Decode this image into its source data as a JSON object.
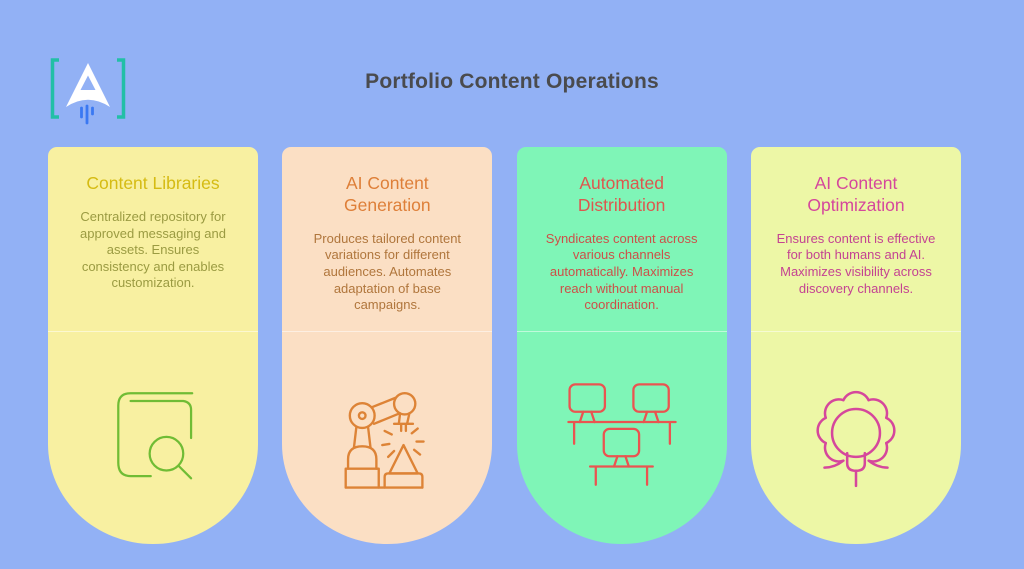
{
  "canvas": {
    "background_color": "#92B1F5"
  },
  "header": {
    "title": "Portfolio Content Operations",
    "title_color": "#4A4B4E",
    "logo": {
      "bracket_color": "#22BFA6",
      "glyph_color": "#FFFFFF",
      "thrust_color": "#3A78F2"
    }
  },
  "cards": [
    {
      "title": "Content Libraries",
      "description": "Centralized repository for approved messaging and assets. Ensures consistency and enables customization.",
      "icon": "book-magnifier-icon",
      "colors": {
        "bg": "#F8F0A1",
        "title": "#D5BB13",
        "body": "#9B9B42",
        "icon": "#70BC35"
      }
    },
    {
      "title": "AI Content Generation",
      "description": "Produces tailored content variations for different audiences. Automates adaptation of base campaigns.",
      "icon": "robot-arm-icon",
      "colors": {
        "bg": "#FBDFC4",
        "title": "#DE7F38",
        "body": "#B0763C",
        "icon": "#DD8336"
      }
    },
    {
      "title": "Automated Distribution",
      "description": "Syndicates content across various channels automatically. Maximizes reach without manual coordination.",
      "icon": "network-monitors-icon",
      "colors": {
        "bg": "#7FF5B7",
        "title": "#DD574E",
        "body": "#CD4F48",
        "icon": "#EA5450"
      }
    },
    {
      "title": "AI Content Optimization",
      "description": "Ensures content is effective for both humans and AI. Maximizes visibility across discovery channels.",
      "icon": "gear-bulb-icon",
      "colors": {
        "bg": "#EDF7A6",
        "title": "#D5479C",
        "body": "#C44392",
        "icon": "#D5479C"
      }
    }
  ]
}
